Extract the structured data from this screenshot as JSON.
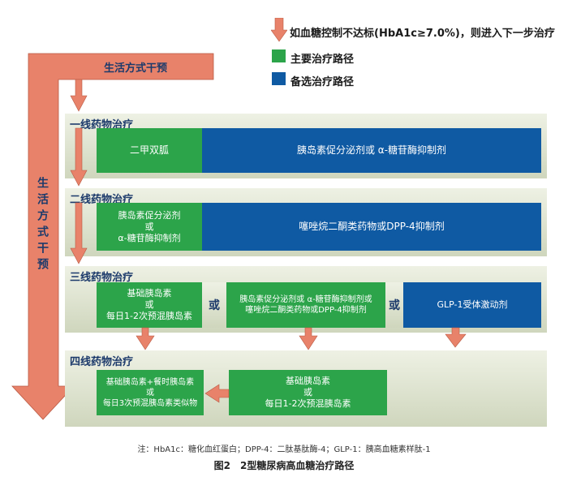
{
  "legend": {
    "arrow_text": "如血糖控制不达标(HbA1c≥7.0%)，则进入下一步治疗",
    "primary_text": "主要治疗路径",
    "alternative_text": "备选治疗路径",
    "primary_color": "#2ca44a",
    "alternative_color": "#0f5aa3",
    "arrow_color": "#e8826a"
  },
  "lifestyle": {
    "top_label": "生活方式干预",
    "side_label": "生活方式干预"
  },
  "line1": {
    "title": "一线药物治疗",
    "primary": "二甲双胍",
    "alternative": "胰岛素促分泌剂或 α-糖苷酶抑制剂"
  },
  "line2": {
    "title": "二线药物治疗",
    "primary_l1": "胰岛素促分泌剂",
    "primary_l2": "或",
    "primary_l3": "α-糖苷酶抑制剂",
    "alternative": "噻唑烷二酮类药物或DPP-4抑制剂"
  },
  "line3": {
    "title": "三线药物治疗",
    "primary_l1": "基础胰岛素",
    "primary_l2": "或",
    "primary_l3": "每日1-2次预混胰岛素",
    "or_1": "或",
    "alt1_l1": "胰岛素促分泌剂或 α-糖苷酶抑制剂或",
    "alt1_l2": "噻唑烷二酮类药物或DPP-4抑制剂",
    "or_2": "或",
    "alt2": "GLP-1受体激动剂"
  },
  "line4": {
    "title": "四线药物治疗",
    "left_l1": "基础胰岛素+餐时胰岛素",
    "left_l2": "或",
    "left_l3": "每日3次预混胰岛素类似物",
    "right_l1": "基础胰岛素",
    "right_l2": "或",
    "right_l3": "每日1-2次预混胰岛素"
  },
  "note": "注：HbA1c：糖化血红蛋白；DPP-4：二肽基肽酶-4；GLP-1：胰高血糖素样肽-1",
  "caption": "图2　2型糖尿病高血糖治疗路径"
}
